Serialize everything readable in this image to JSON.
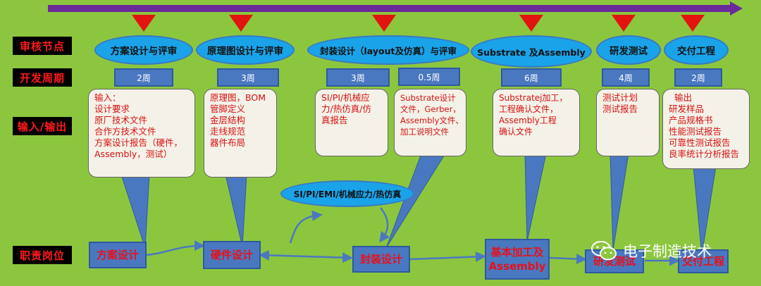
{
  "row_labels": {
    "review": "审核节点",
    "cycle": "开发周期",
    "io": "输入/输出",
    "roles": "职责岗位"
  },
  "stages": [
    {
      "title": "方案设计与评审",
      "duration": "2周",
      "io": "输入：\n设计要求\n原厂技术文件\n合作方技术文件\n方案设计报告（硬件，\nAssembly，测试）"
    },
    {
      "title": "原理图设计与评审",
      "duration": "3周",
      "io": "原理图，BOM\n管脚定义\n金层结构\n走线规范\n器件布局"
    },
    {
      "title": "封装设计（layout及仿真）与评审",
      "duration": "3周",
      "duration2": "0.5周",
      "io": "SI/PI/机械应\n力/热仿真/仿\n真报告",
      "io2": "Substrate设计\n文件，Gerber，\nAssembly文件、\n加工说明文件"
    },
    {
      "title": "Substrate 及Assembly",
      "duration": "6周",
      "io": "Substratej加工，\n工程确认文件，\nAssembly工程\n确认文件"
    },
    {
      "title": "研发测试",
      "duration": "4周",
      "io": "测试计划\n测试报告"
    },
    {
      "title": "交付工程",
      "duration": "2周",
      "io": "  输出\n研发样品\n产品规格书\n性能测试报告\n可靠性测试报告\n良率统计分析报告"
    }
  ],
  "simulation_bubble": "SI/PI/EMI/机械应力/热仿真",
  "roles": [
    "方案设计",
    "硬件设计",
    "封装设计",
    "基本加工及\nAssembly",
    "研发测试",
    "交付工程"
  ],
  "watermark": "电子制造技术",
  "colors": {
    "background": "#8cc63f",
    "timeline": "#6a2a9a",
    "marker": "#e3140f",
    "stage": "#1aa3e8",
    "box": "#4a78c0",
    "red_text": "#d81010"
  }
}
